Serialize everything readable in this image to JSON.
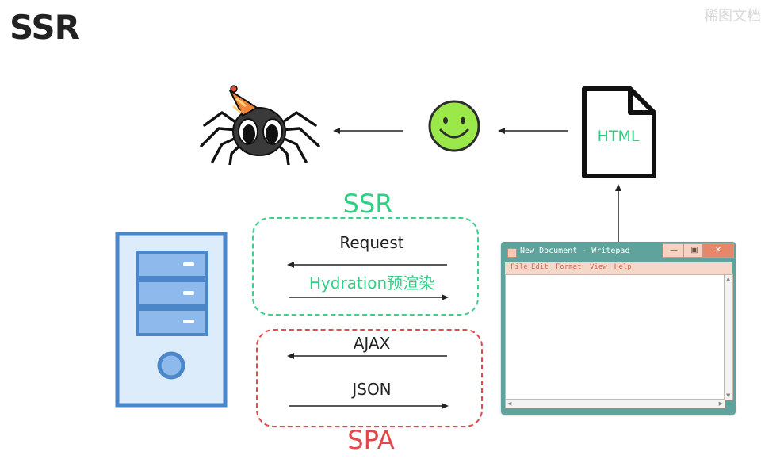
{
  "title": "SSR",
  "watermark": "稀图文档",
  "file_icon": {
    "label": "HTML"
  },
  "ssr_box": {
    "caption": "SSR",
    "request_label": "Request",
    "hydration_label": "Hydration预渲染"
  },
  "spa_box": {
    "caption": "SPA",
    "ajax_label": "AJAX",
    "json_label": "JSON"
  },
  "window": {
    "title": "New Document - Writepad",
    "menu": [
      "File",
      "Edit",
      "Format",
      "View",
      "Help"
    ],
    "buttons": {
      "minimize": "—",
      "maximize": "▣",
      "close": "✕"
    }
  },
  "colors": {
    "green": "#2fcf84",
    "red": "#e0494b",
    "server_blue": "#4a86c8",
    "smiley": "#9be84a"
  }
}
